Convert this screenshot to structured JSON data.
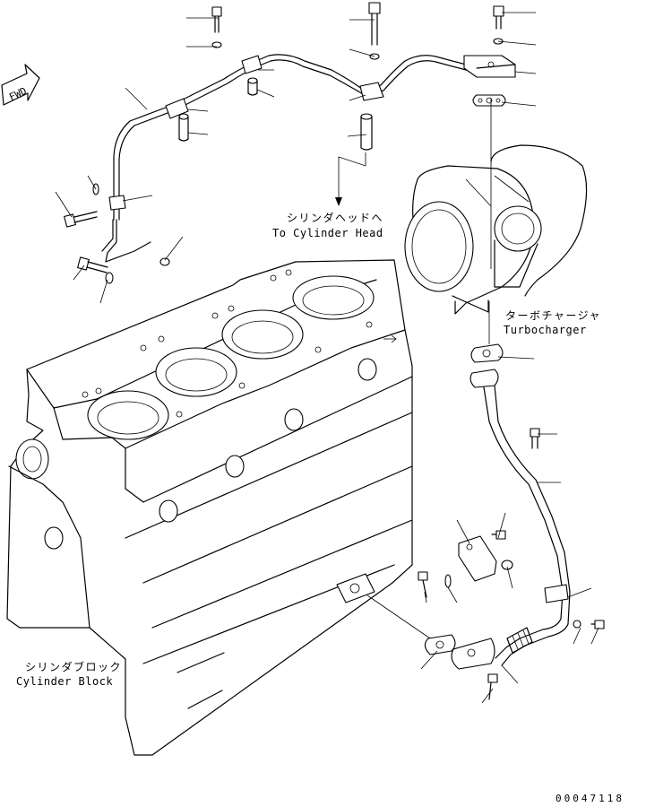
{
  "fwd_arrow": {
    "text": "FWD"
  },
  "labels": {
    "cylinder_head_jp": "シリンダヘッドへ",
    "cylinder_head_en": "To Cylinder Head",
    "turbocharger_jp": "ターボチャージャ",
    "turbocharger_en": "Turbocharger",
    "cylinder_block_jp": "シリンダブロック",
    "cylinder_block_en": "Cylinder Block"
  },
  "figure_number": "00047118"
}
